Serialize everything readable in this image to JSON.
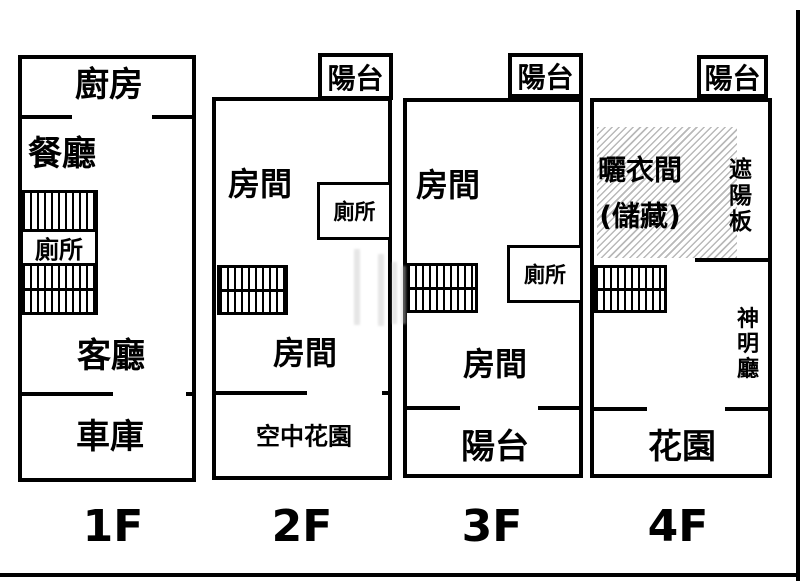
{
  "diagram": {
    "type": "floor-plan",
    "colors": {
      "line": "#000000",
      "background": "#ffffff",
      "hatch_fill": "#b9b9b9"
    }
  },
  "floors": [
    {
      "label": "1F",
      "rooms": {
        "kitchen": "廚房",
        "dining": "餐廳",
        "toilet": "廁所",
        "living": "客廳",
        "garage": "車庫"
      }
    },
    {
      "label": "2F",
      "rooms": {
        "balcony": "陽台",
        "room_upper": "房間",
        "toilet": "廁所",
        "room_lower": "房間",
        "sky_garden": "空中花園"
      }
    },
    {
      "label": "3F",
      "rooms": {
        "balcony": "陽台",
        "room_upper": "房間",
        "toilet": "廁所",
        "room_lower": "房間",
        "balcony_front": "陽台"
      }
    },
    {
      "label": "4F",
      "rooms": {
        "balcony": "陽台",
        "laundry": "曬衣間",
        "laundry_note": "(儲藏)",
        "sun_shade": "遮陽板",
        "shrine_hall": "神明廳",
        "garden": "花園"
      }
    }
  ]
}
